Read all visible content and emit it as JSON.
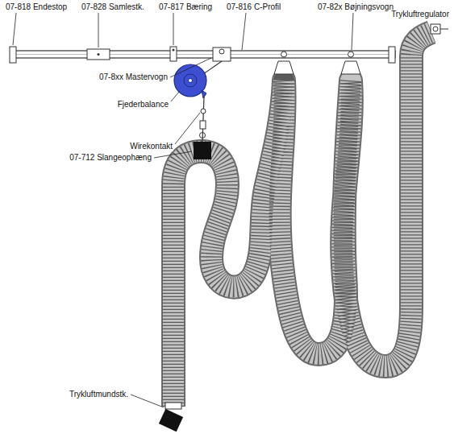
{
  "diagram": {
    "labels": [
      "07-818 Endestop",
      "07-828 Samlestk.",
      "07-817 Bæring",
      "07-816 C-Profil",
      "07-82x Bøjningsvogn",
      "Trykluftregulator",
      "07-8xx Mastervogn",
      "Fjederbalance",
      "Wirekontakt",
      "07-712 Slangeophæng",
      "Trykluftmundstk."
    ]
  }
}
